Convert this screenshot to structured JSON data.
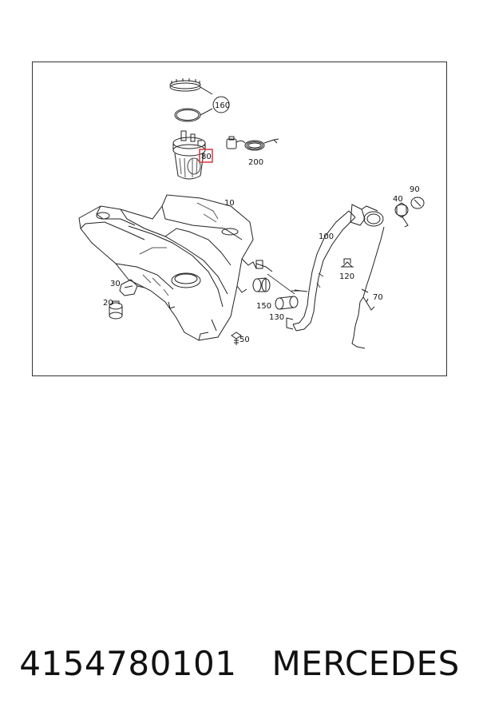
{
  "diagram": {
    "labels": {
      "p160": "160",
      "p80": "80",
      "p200": "200",
      "p10": "10",
      "p40": "40",
      "p90": "90",
      "p100": "100",
      "p120": "120",
      "p70": "70",
      "p30": "30",
      "p20": "20",
      "p150": "150",
      "p130": "130",
      "p50": "50"
    },
    "highlight_color": "#d9363e",
    "line_color": "#222222"
  },
  "footer": {
    "part_number": "4154780101",
    "brand": "MERCEDES"
  }
}
